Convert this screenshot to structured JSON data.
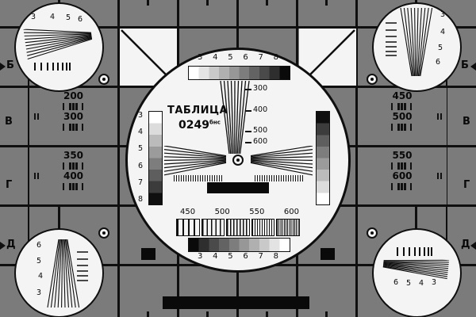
{
  "colors": {
    "background": "#7b7b7b",
    "grid_line": "#0f0f0f",
    "circle_fill": "#f4f4f4",
    "ink": "#0a0a0a"
  },
  "center_circle": {
    "title": "ТАБЛИЦА",
    "code": "0249",
    "code_suffix": "бнс",
    "top_grayscale_labels": [
      "3",
      "4",
      "5",
      "6",
      "7",
      "8"
    ],
    "bottom_grayscale_labels": [
      "3",
      "4",
      "5",
      "6",
      "7",
      "8"
    ],
    "left_grayscale_labels": [
      "3",
      "4",
      "5",
      "6",
      "7",
      "8"
    ],
    "vertical_wedge_labels": [
      "300",
      "400",
      "500",
      "600"
    ],
    "lower_wedge_labels": [
      "450",
      "500",
      "550",
      "600"
    ]
  },
  "side_panels": {
    "left_upper": [
      "200",
      "300"
    ],
    "left_lower": [
      "350",
      "400"
    ],
    "right_upper": [
      "450",
      "500"
    ],
    "right_lower": [
      "550",
      "600"
    ]
  },
  "edge_letters": {
    "left": [
      "Б",
      "В",
      "Г",
      "Д"
    ],
    "right": [
      "Б",
      "В",
      "Г",
      "Д"
    ]
  },
  "corner_circles": {
    "top_left": [
      "3",
      "4",
      "5",
      "6"
    ],
    "top_right": [
      "3",
      "4",
      "5",
      "6"
    ],
    "bottom_left": [
      "6",
      "5",
      "4",
      "3"
    ],
    "bottom_right": [
      "6",
      "5",
      "4",
      "3"
    ]
  }
}
